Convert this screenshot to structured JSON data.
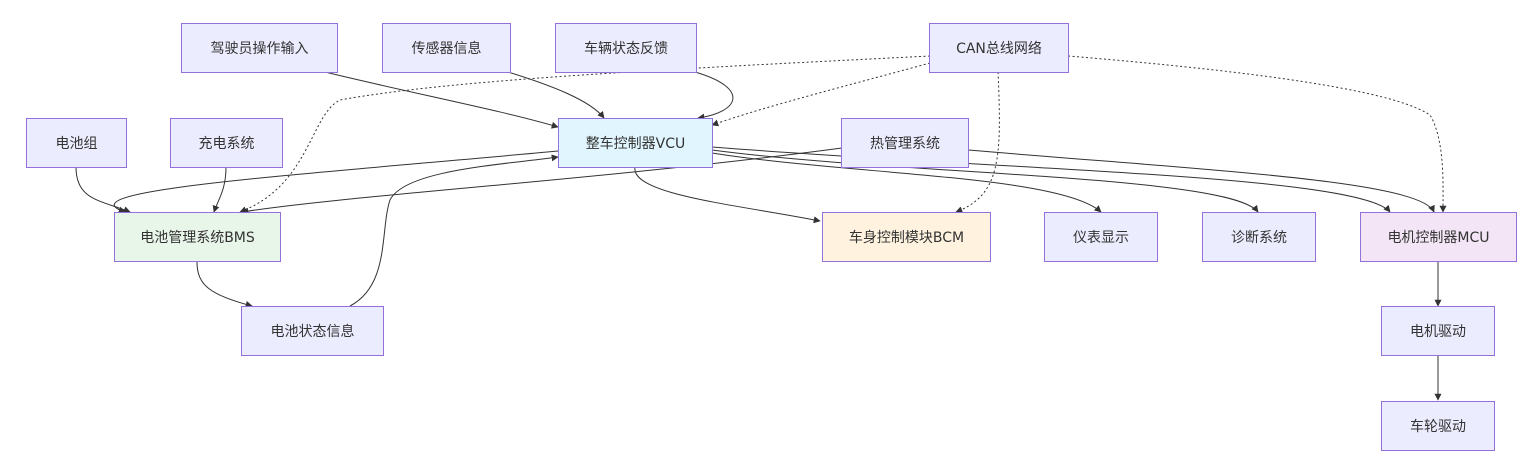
{
  "nodes": {
    "driver_input": "驾驶员操作输入",
    "sensor_info": "传感器信息",
    "vehicle_feedback": "车辆状态反馈",
    "can_network": "CAN总线网络",
    "battery_pack": "电池组",
    "charging_system": "充电系统",
    "vcu": "整车控制器VCU",
    "thermal_mgmt": "热管理系统",
    "bms": "电池管理系统BMS",
    "bcm": "车身控制模块BCM",
    "dashboard": "仪表显示",
    "diagnostics": "诊断系统",
    "mcu": "电机控制器MCU",
    "battery_status": "电池状态信息",
    "motor_drive": "电机驱动",
    "wheel_drive": "车轮驱动"
  },
  "colors": {
    "node_fill": "#ececff",
    "node_border": "#9370db",
    "vcu_fill": "#e1f5fe",
    "bms_fill": "#e8f5e9",
    "bcm_fill": "#fff3e0",
    "mcu_fill": "#f3e5f5",
    "edge": "#333333"
  }
}
